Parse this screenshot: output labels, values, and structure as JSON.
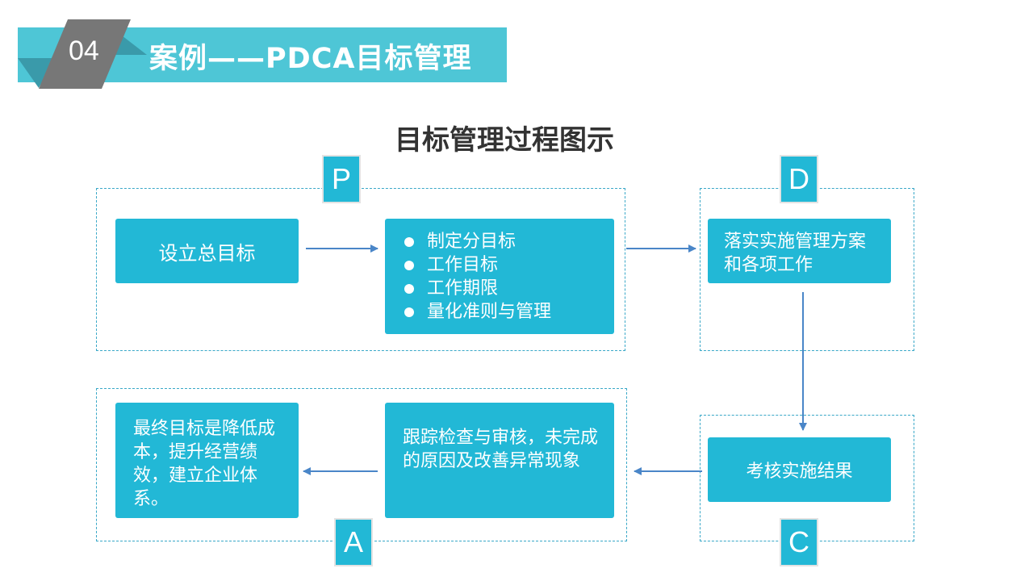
{
  "header": {
    "section_number": "04",
    "title": "案例——PDCA目标管理"
  },
  "diagram": {
    "title": "目标管理过程图示",
    "phases": {
      "p": "P",
      "d": "D",
      "c": "C",
      "a": "A"
    },
    "boxes": {
      "set_goal": "设立总目标",
      "goal_items": [
        "制定分目标",
        "工作目标",
        "工作期限",
        "量化准则与管理"
      ],
      "implement": "落实实施管理方案和各项工作",
      "assess": "考核实施结果",
      "track": "跟踪检查与审核，未完成的原因及改善异常现象",
      "final_goal": "最终目标是降低成本，提升经营绩效，建立企业体系。"
    }
  },
  "colors": {
    "accent": "#22b8d6",
    "banner": "#4ec6d6",
    "badge": "#777777",
    "arrow": "#4a86c8"
  }
}
